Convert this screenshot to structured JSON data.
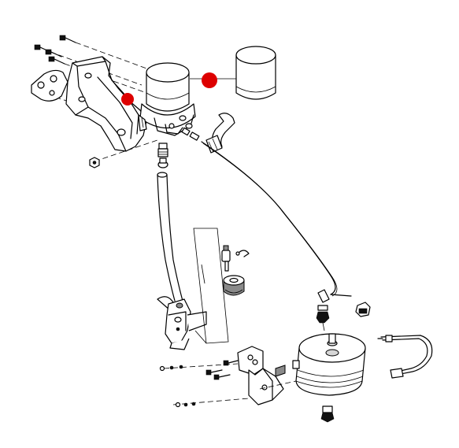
{
  "diagram": {
    "style": "exploded-parts-line-drawing",
    "components": [
      "mounting-bracket",
      "air-dryer",
      "replacement-cartridge",
      "air-hose",
      "air-line",
      "valve-bracket",
      "air-tank",
      "tank-strap",
      "tank-mount-bracket"
    ]
  },
  "hotspots": [
    {
      "id": "hotspot-1",
      "color": "#dd0000"
    },
    {
      "id": "hotspot-2",
      "color": "#dd0000"
    }
  ]
}
